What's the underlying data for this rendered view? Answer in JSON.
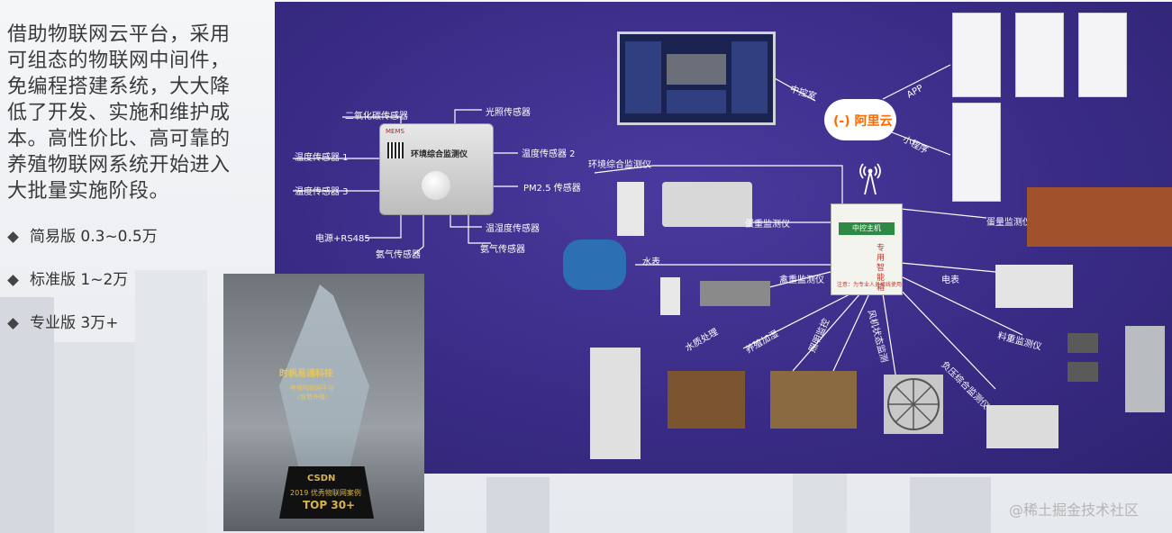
{
  "intro": {
    "lines": [
      "借助物联网云平台，采用",
      "可组态的物联网中间件，",
      "免编程搭建系统，大大降",
      "低了开发、实施和维护成",
      "本。高性价比、高可靠的",
      "养殖物联网系统开始进入",
      "大批量实施阶段。"
    ]
  },
  "editions": [
    {
      "label": "简易版 0.3~0.5万"
    },
    {
      "label": "标准版  1~2万"
    },
    {
      "label": "专业版  3万+"
    }
  ],
  "sensor_box": {
    "title": "环境综合监测仪",
    "brand": "MEMS",
    "labels": {
      "co2": "二氧化碳传感器",
      "light": "光照传感器",
      "temp1": "温度传感器 1",
      "temp2": "温度传感器 2",
      "temp3": "温度传感器 3",
      "pm25": "PM2.5 传感器",
      "power": "电源+RS485",
      "nh3": "氨气传感器",
      "th": "温湿度传感器",
      "nh3_2": "氨气传感器"
    }
  },
  "links": {
    "env_monitor": "环境综合监测仪",
    "zhongkong": "中控室",
    "app": "APP",
    "mini": "小程序",
    "egg_weigh": "蛋重监测仪",
    "water_meter": "水表",
    "bird_weigh": "禽重监测仪",
    "egg_count": "蛋量监测仪",
    "power_meter": "电表",
    "feed_monitor": "料重监测仪",
    "neg_pressure": "负压综合监测仪",
    "water_treat": "水质处理",
    "humidify": "养殖加湿",
    "lighting": "照明监控",
    "fan": "风机状态监测"
  },
  "cloud": {
    "name": "阿里云",
    "logo": "(-)"
  },
  "controller": {
    "title": "中控主机",
    "subtitle": "专用智能箱",
    "footer": "注意：为专业人员接线使用"
  },
  "award": {
    "company": "时帆易通科技",
    "project_l1": "养殖物联网平台",
    "project_l2": "（智慧养殖）",
    "org": "CSDN",
    "year_title": "2019 优秀物联网案例",
    "rank": "TOP 30+"
  },
  "watermark": "@稀土掘金技术社区"
}
